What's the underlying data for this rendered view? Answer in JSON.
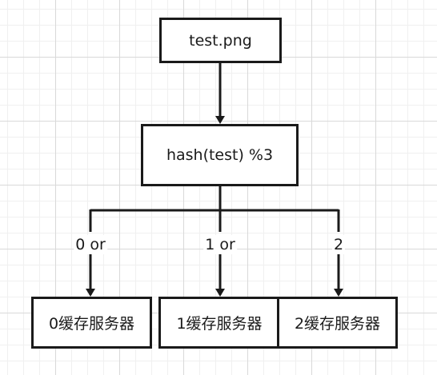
{
  "nodes": {
    "source": {
      "label": "test.png"
    },
    "hash": {
      "label": "hash(test) %3"
    },
    "server0": {
      "label": "0缓存服务器"
    },
    "server1": {
      "label": "1缓存服务器"
    },
    "server2": {
      "label": "2缓存服务器"
    }
  },
  "edges": {
    "to_server0": {
      "label": "0 or"
    },
    "to_server1": {
      "label": "1 or"
    },
    "to_server2": {
      "label": "2"
    }
  },
  "colors": {
    "stroke": "#1a1a1a",
    "box_fill": "#ffffff"
  }
}
